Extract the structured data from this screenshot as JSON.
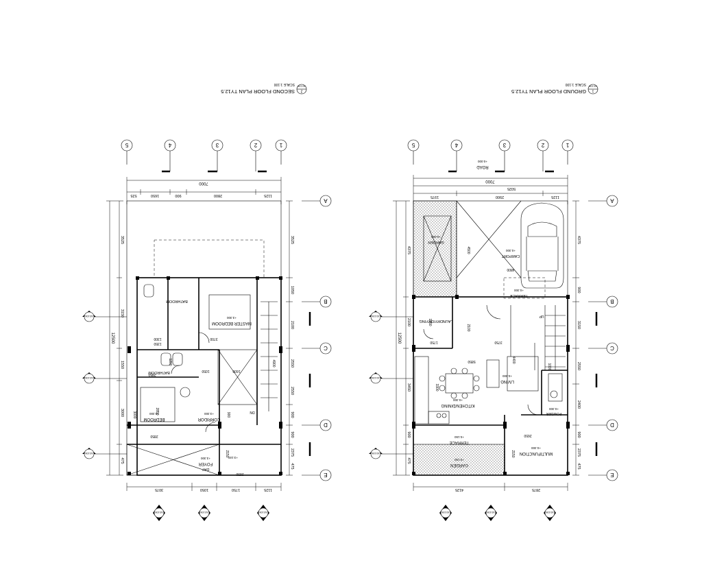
{
  "plans": {
    "left": {
      "title": "SECOND FLOOR PLAN TY12.5",
      "scale": "SCALE 1:100",
      "number": "2",
      "sheet_ref": "A3.108",
      "grid_top": [
        "5",
        "4",
        "3",
        "2",
        "1"
      ],
      "grid_side": [
        "A",
        "B",
        "C",
        "D",
        "E"
      ],
      "dims_top_overall": "7000",
      "dims_top": [
        "525",
        "1650",
        "900",
        "2800",
        "1125"
      ],
      "dims_bottom": [
        "3075",
        "1050",
        "1750",
        "1125"
      ],
      "dims_left_overall": "12500",
      "dims_left": [
        "3525",
        "3150",
        "1550",
        "3000",
        "475"
      ],
      "dims_right": [
        "3525",
        "1050",
        "2100",
        "2550",
        "2550",
        "900",
        "900",
        "2375",
        "475"
      ],
      "rooms": {
        "master": "MASTER BEDROOM",
        "bath1": "BATHROOM",
        "bath2": "BATHROOM",
        "bedroom": "BEDROOM",
        "corridor": "CORRIDOR",
        "foyer": "FOYER",
        "day": "DAY",
        "dn": "DN"
      },
      "tags": [
        "+3.300",
        "+3.300",
        "+3.300",
        "+3.300",
        "+3.100"
      ],
      "inner_dims": [
        "3700",
        "1300",
        "1200",
        "2850",
        "1050",
        "1600",
        "2850",
        "2850",
        "3000",
        "4900",
        "2150",
        "2850",
        "900",
        "1350"
      ],
      "section_refs": [
        "A3.106",
        "A3.106",
        "A3.106",
        "A3.106",
        "A3.106",
        "A3.106"
      ]
    },
    "right": {
      "title": "GROUND FLOOR PLAN TY12.5",
      "scale": "SCALE 1:100",
      "number": "1",
      "sheet_ref": "A3.108",
      "grid_top": [
        "5",
        "4",
        "3",
        "2",
        "1"
      ],
      "grid_side": [
        "A",
        "B",
        "C",
        "D",
        "E"
      ],
      "dims_top_overall": "7000",
      "dims_top_mid": "5025",
      "dims_top": [
        "1975",
        "2900",
        "1125"
      ],
      "dims_bottom": [
        "4125",
        "2875"
      ],
      "dims_left_overall": "12500",
      "dims_left": [
        "4375",
        "2100",
        "3450",
        "900",
        "475"
      ],
      "dims_right": [
        "4375",
        "900",
        "3150",
        "2550",
        "2400",
        "900",
        "2375",
        "475"
      ],
      "road_label": "ROAD",
      "road_tag": "+0.000",
      "rooms": {
        "garden_top": "GARDEN",
        "carport": "CARPORT",
        "terrace_top": "TERRACE",
        "laundry": "LAUNDRY/DRYING",
        "kitchen": "KITCHEN/DINING",
        "living": "LIVING",
        "powder": "POWDER",
        "multi": "MULTIFUNCTION",
        "terrace_bottom": "TERRACE",
        "garden_bottom": "GARDEN",
        "up": "UP"
      },
      "tags": [
        "+0.000",
        "+0.300",
        "+0.300",
        "+0.300",
        "+0.300",
        "+0.300",
        "+0.300",
        "+0.150",
        "+0.150"
      ],
      "inner_dims": [
        "4500",
        "4800",
        "2100",
        "1950",
        "3750",
        "5850",
        "1750",
        "3300",
        "4400",
        "2150",
        "2650",
        "1000"
      ],
      "section_refs": [
        "A3.106",
        "A3.106",
        "A3.106",
        "A3.106",
        "A3.106",
        "A3.106"
      ]
    }
  }
}
